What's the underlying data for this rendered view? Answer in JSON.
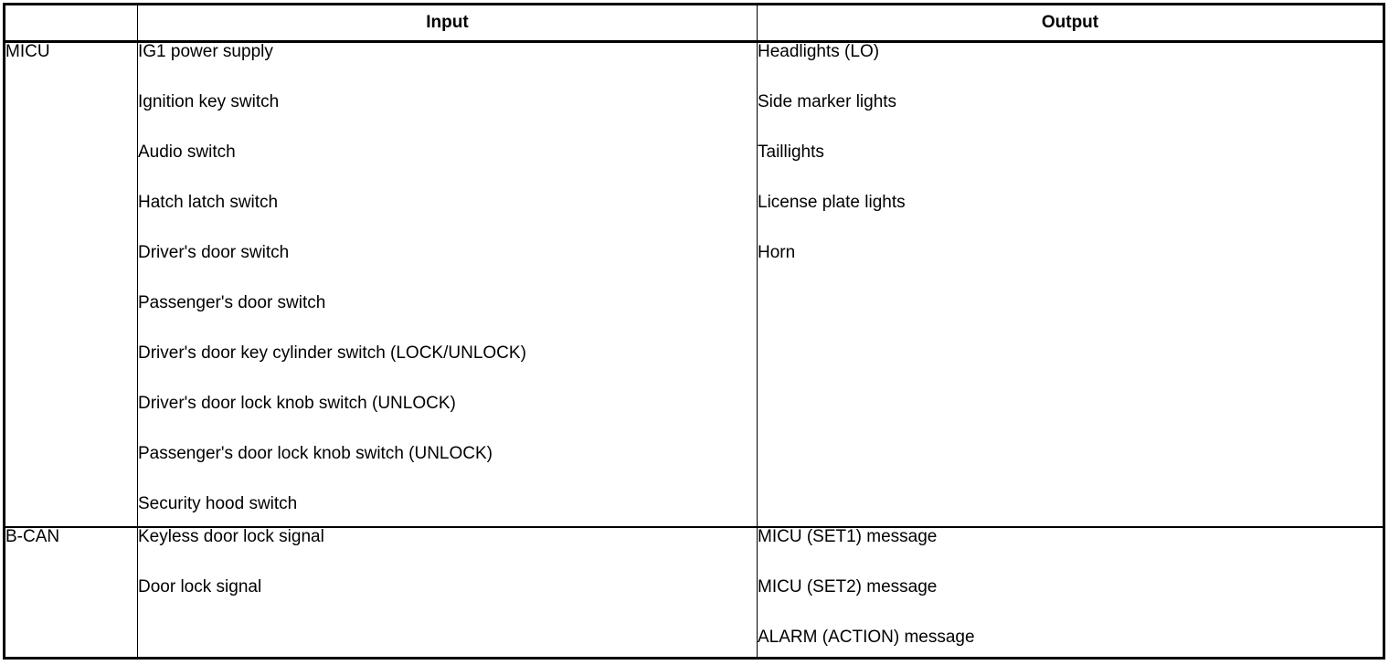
{
  "colors": {
    "border": "#000000",
    "background": "#ffffff",
    "text": "#000000"
  },
  "table": {
    "headers": {
      "corner": "",
      "input": "Input",
      "output": "Output"
    },
    "rows": [
      {
        "label": "MICU",
        "inputs": [
          "IG1 power supply",
          "Ignition key switch",
          "Audio switch",
          "Hatch latch switch",
          "Driver's door switch",
          "Passenger's door switch",
          "Driver's door key cylinder switch (LOCK/UNLOCK)",
          "Driver's door lock knob switch (UNLOCK)",
          "Passenger's door lock knob switch (UNLOCK)",
          "Security hood switch"
        ],
        "outputs": [
          "Headlights (LO)",
          "Side marker lights",
          "Taillights",
          "License plate lights",
          "Horn"
        ]
      },
      {
        "label": "B-CAN",
        "inputs": [
          "Keyless door lock signal",
          "Door lock signal"
        ],
        "outputs": [
          "MICU (SET1) message",
          "MICU (SET2) message",
          "ALARM (ACTION) message"
        ]
      }
    ]
  }
}
